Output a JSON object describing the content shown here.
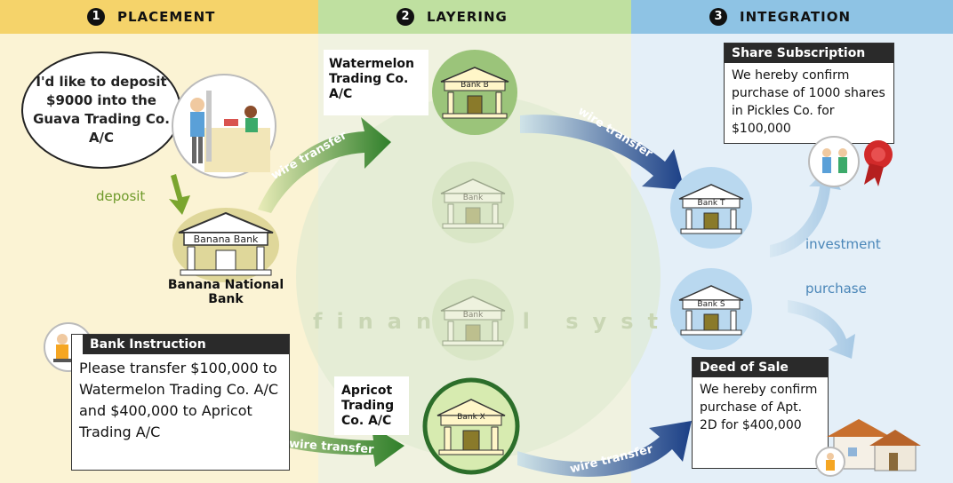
{
  "sections": [
    {
      "number": "1",
      "title": "PLACEMENT"
    },
    {
      "number": "2",
      "title": "LAYERING"
    },
    {
      "number": "3",
      "title": "INTEGRATION"
    }
  ],
  "placement": {
    "speech": "I'd like to deposit $9000 into the Guava Trading Co. A/C",
    "deposit_label": "deposit",
    "bank_sign": "Banana Bank",
    "bank_name": "Banana National Bank",
    "instruction": {
      "title": "Bank Instruction",
      "body": "Please transfer $100,000 to Watermelon Trading Co. A/C and $400,000 to Apricot Trading A/C"
    }
  },
  "layering": {
    "watermark": "financial system",
    "top_label": "Watermelon Trading Co. A/C",
    "top_bank_sign": "Bank B",
    "mid1_sign": "Bank",
    "mid2_sign": "Bank",
    "bottom_label": "Apricot Trading Co. A/C",
    "bottom_bank_sign": "Bank X"
  },
  "integration": {
    "bank_top_sign": "Bank T",
    "bank_mid_sign": "Bank S",
    "investment_label": "investment",
    "purchase_label": "purchase",
    "share": {
      "title": "Share Subscription",
      "body": "We hereby confirm purchase of 1000 shares in Pickles Co. for $100,000"
    },
    "deed": {
      "title": "Deed of Sale",
      "body": "We hereby confirm purchase of Apt. 2D for $400,000"
    }
  },
  "flows": [
    "wire transfer",
    "wire transfer",
    "wire transfer",
    "wire transfer"
  ],
  "colors": {
    "placement_bg": "#fbf3d4",
    "placement_hdr": "#f5d36a",
    "layering_bg": "#f0f2e0",
    "layering_hdr": "#bfe0a0",
    "integration_bg": "#e4eff8",
    "integration_hdr": "#8ec3e4",
    "green_arrow": "#3f8f2f",
    "blue_arrow": "#1e4f8f"
  }
}
